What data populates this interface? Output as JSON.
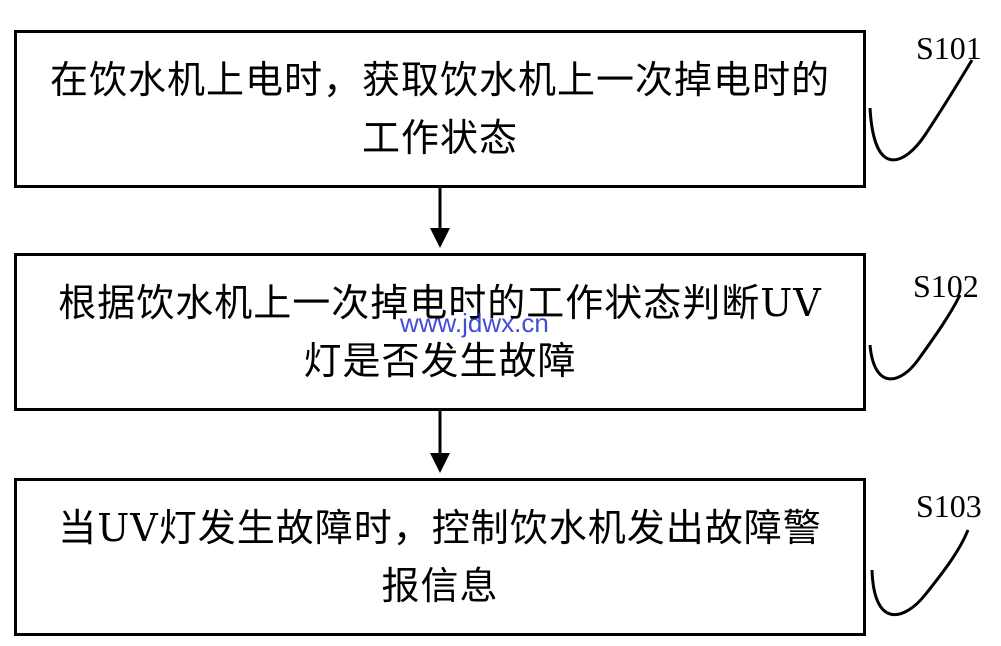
{
  "steps": [
    {
      "id": "S101",
      "text": "在饮水机上电时，获取饮水机上一次掉电时的工作状态"
    },
    {
      "id": "S102",
      "text": "根据饮水机上一次掉电时的工作状态判断UV灯是否发生故障"
    },
    {
      "id": "S103",
      "text": "当UV灯发生故障时，控制饮水机发出故障警报信息"
    }
  ],
  "watermark": "www.jdwx.cn",
  "colors": {
    "stroke": "#000000",
    "watermark": "#1f2fd0"
  }
}
